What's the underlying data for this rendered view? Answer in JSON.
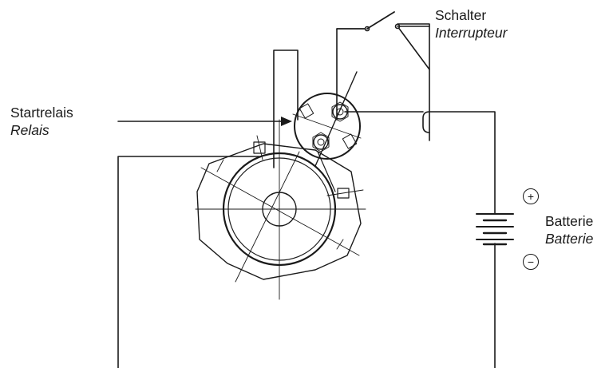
{
  "labels": {
    "switch": {
      "de": "Schalter",
      "fr": "Interrupteur"
    },
    "relay": {
      "de": "Startrelais",
      "fr": "Relais"
    },
    "battery": {
      "de": "Batterie",
      "fr": "Batterie",
      "plus": "+",
      "minus": "−"
    }
  },
  "colors": {
    "line": "#1a1a1a",
    "background": "#ffffff"
  }
}
